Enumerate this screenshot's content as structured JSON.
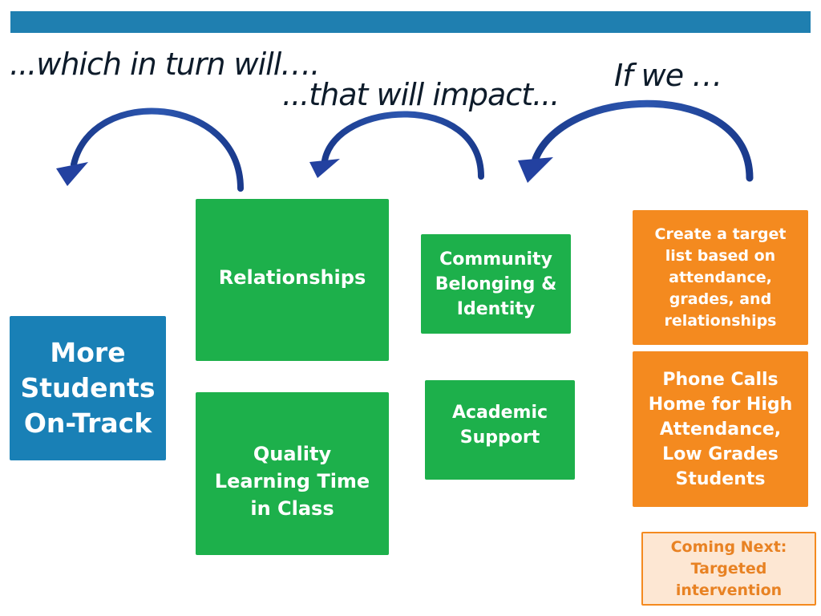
{
  "captions": {
    "which": "...which in turn will….",
    "impact": "...that will impact...",
    "ifwe": "If we …"
  },
  "boxes": {
    "relationships": "Relationships",
    "quality": "Quality\nLearning Time\nin Class",
    "community": "Community\nBelonging &\nIdentity",
    "academic": "Academic\nSupport",
    "target": "Create a target\nlist based on\nattendance,\ngrades, and\nrelationships",
    "phone": "Phone Calls\nHome for High\nAttendance,\nLow Grades\nStudents",
    "students": "More\nStudents\nOn-Track",
    "next": "Coming Next:\nTargeted\nintervention"
  },
  "colors": {
    "green": "#1db04b",
    "orange": "#f48a1f",
    "blue": "#1980b6",
    "arrow": "#1f3f93"
  }
}
